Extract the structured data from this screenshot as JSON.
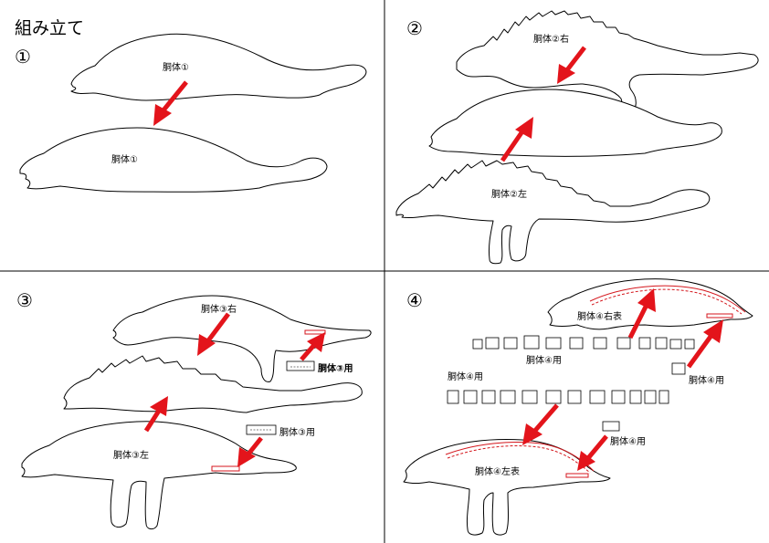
{
  "title": "組み立て",
  "panels": [
    {
      "number": "①",
      "labels": [
        "胴体①",
        "胴体①"
      ]
    },
    {
      "number": "②",
      "labels": [
        "胴体②右",
        "胴体②左"
      ]
    },
    {
      "number": "③",
      "labels": [
        "胴体③右",
        "胴体③用",
        "胴体③用",
        "胴体③左"
      ]
    },
    {
      "number": "④",
      "labels": [
        "胴体④右表",
        "胴体④用",
        "胴体④用",
        "胴体④用",
        "胴体④用",
        "胴体④左表"
      ]
    }
  ],
  "colors": {
    "arrow": "#e3141b",
    "line": "#000000",
    "highlight": "#d4161c"
  }
}
